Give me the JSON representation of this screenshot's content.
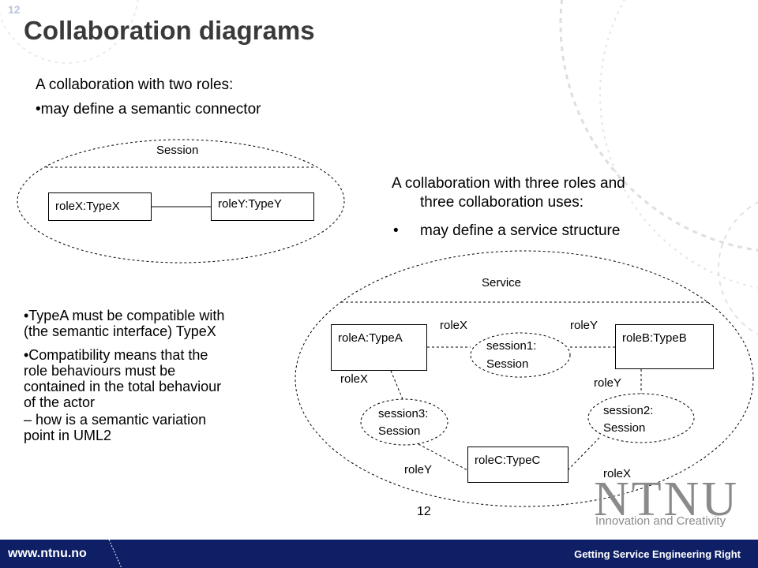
{
  "slide": {
    "number_top": "12",
    "title": "Collaboration diagrams",
    "page_number": "12"
  },
  "left_text": {
    "line1": "A collaboration with two roles:",
    "line2": "•may define a semantic connector"
  },
  "right_text": {
    "line1": "A collaboration with three roles and",
    "line2": "three collaboration uses:",
    "bullet": "•",
    "line3": "may define a service structure"
  },
  "notes": {
    "b1_l1": "•TypeA must be compatible with",
    "b1_l2": "(the semantic interface) TypeX",
    "b2_l1": "•Compatibility means that the",
    "b2_l2": "role behaviours must be",
    "b2_l3": "contained in the total behaviour",
    "b2_l4": "of the actor",
    "b2_l5": "– how is a semantic variation",
    "b2_l6": "point in UML2"
  },
  "session_diagram": {
    "name": "Session",
    "role_x": "roleX:TypeX",
    "role_y": "roleY:TypeY"
  },
  "service_diagram": {
    "name": "Service",
    "role_a": "roleA:TypeA",
    "role_b": "roleB:TypeB",
    "role_c": "roleC:TypeC",
    "session1_l1": "session1:",
    "session1_l2": "Session",
    "session2_l1": "session2:",
    "session2_l2": "Session",
    "session3_l1": "session3:",
    "session3_l2": "Session",
    "lbl_rolex_1": "roleX",
    "lbl_roley_1": "roleY",
    "lbl_rolex_2": "roleX",
    "lbl_roley_2": "roleY",
    "lbl_roley_3": "roleY",
    "lbl_rolex_3": "roleX"
  },
  "footer": {
    "url": "www.ntnu.no",
    "tagline": "Getting Service Engineering Right"
  },
  "logo": {
    "name": "NTNU",
    "subtitle": "Innovation and Creativity"
  },
  "colors": {
    "footer_bg": "#0e1f66",
    "title": "#3a3a3a",
    "logo": "#8a8a8a"
  }
}
